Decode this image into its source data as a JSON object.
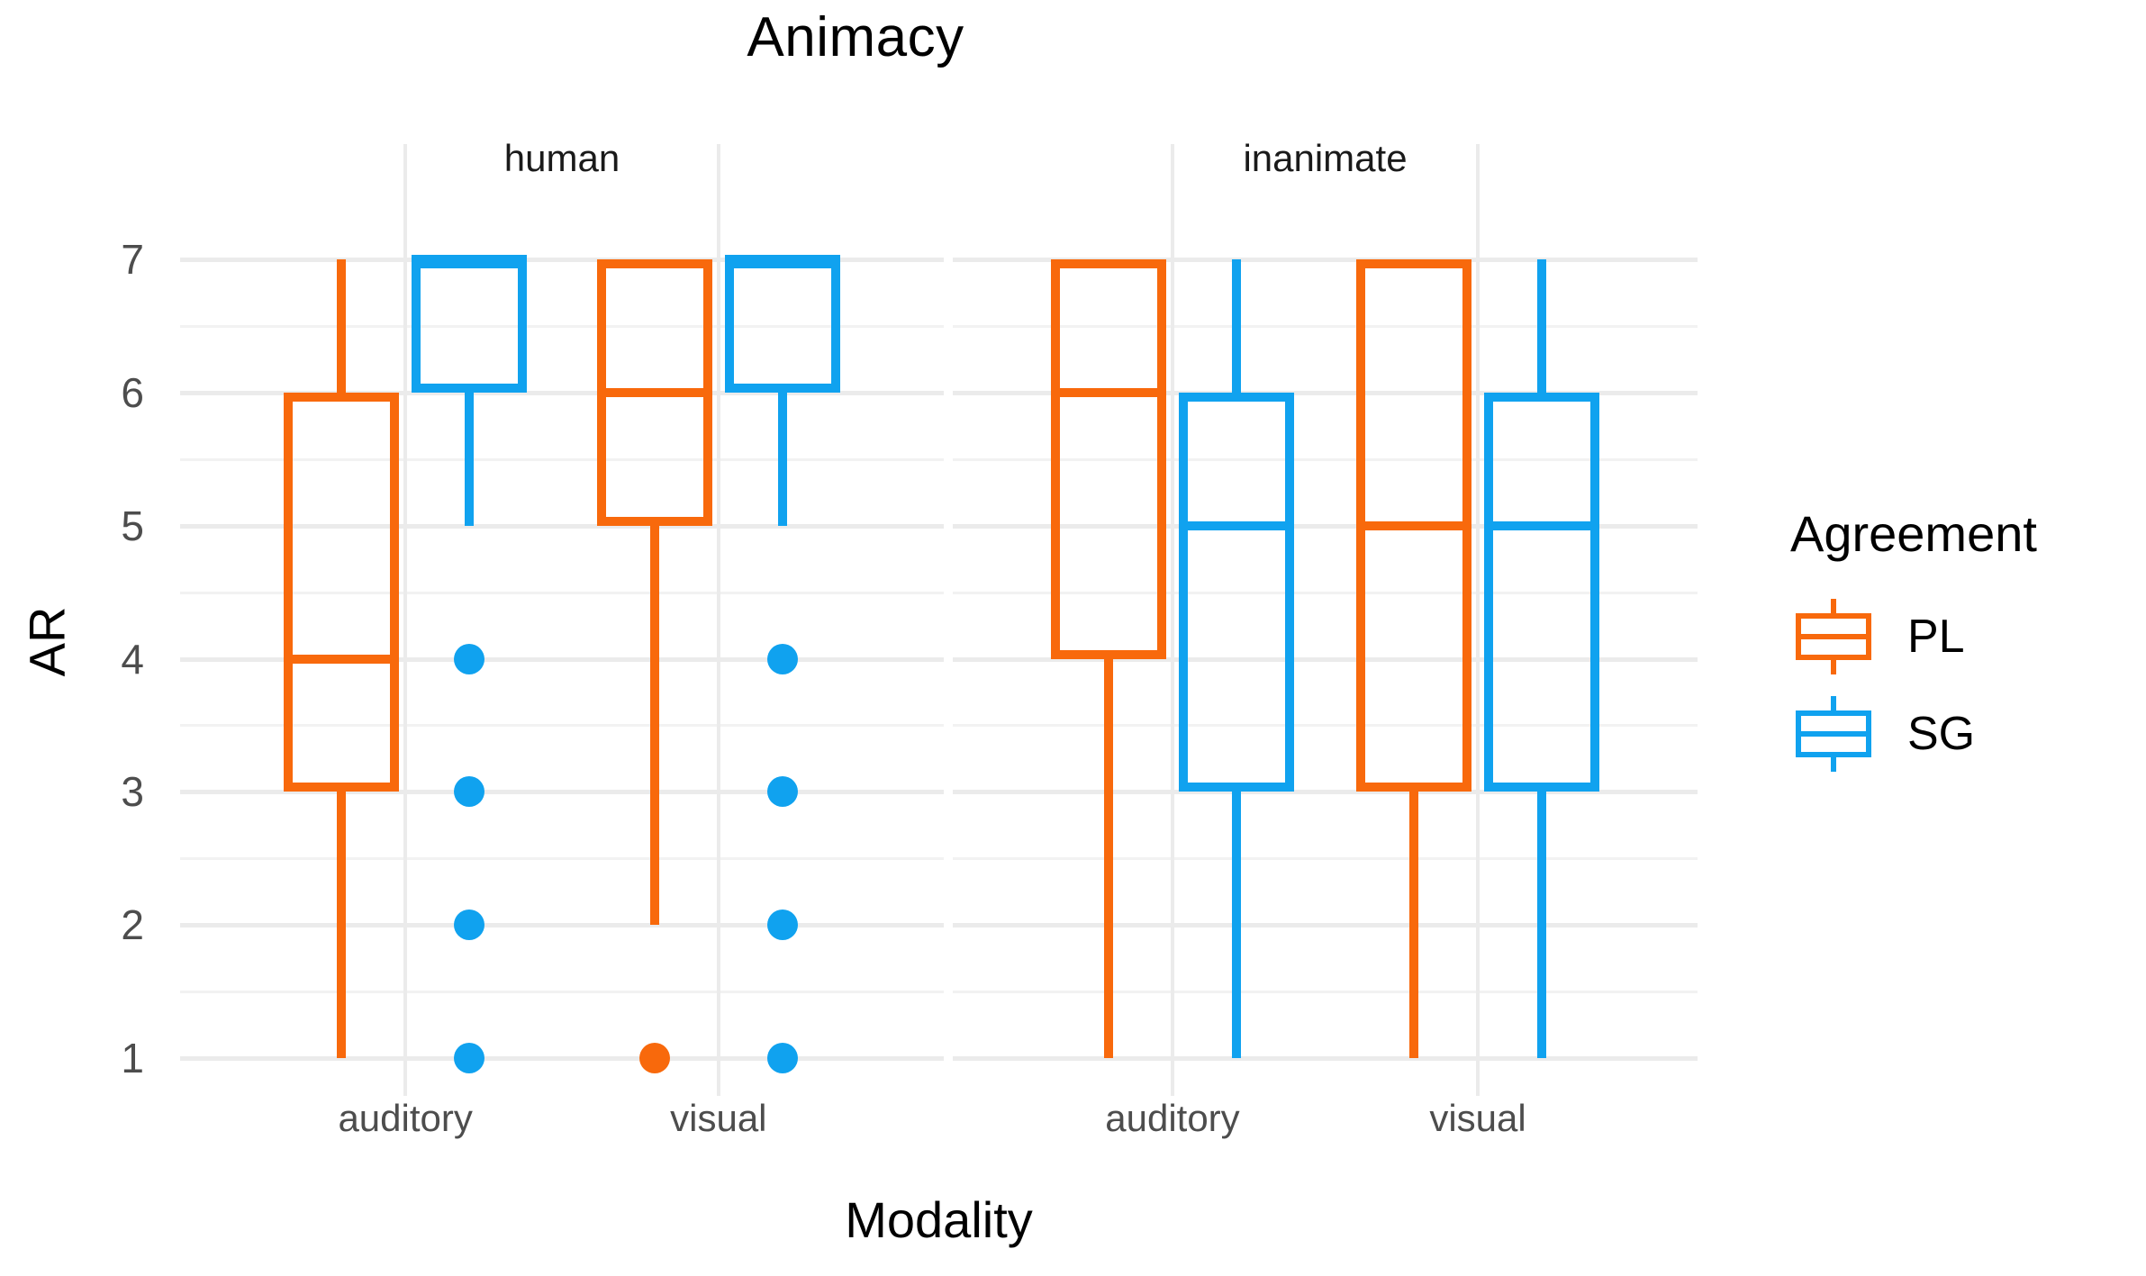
{
  "chart_data": {
    "type": "box",
    "title": "Animacy",
    "xlabel": "Modality",
    "ylabel": "AR",
    "ylim": [
      1,
      7
    ],
    "yticks": [
      1,
      2,
      3,
      4,
      5,
      6,
      7
    ],
    "ytick_labels": [
      "1",
      "2",
      "3",
      "4",
      "5",
      "6",
      "7"
    ],
    "grid": true,
    "legend": {
      "title": "Agreement",
      "position": "right",
      "entries": [
        {
          "label": "PL",
          "color": "#f8690c"
        },
        {
          "label": "SG",
          "color": "#10a2ef"
        }
      ]
    },
    "facets": [
      {
        "label": "human",
        "categories": [
          "auditory",
          "visual"
        ],
        "boxes": [
          {
            "facet": "human",
            "x": "auditory",
            "group": "PL",
            "color": "#f8690c",
            "whisker_low": 1,
            "q1": 3,
            "median": 4,
            "q3": 6,
            "whisker_high": 7,
            "outliers": []
          },
          {
            "facet": "human",
            "x": "auditory",
            "group": "SG",
            "color": "#10a2ef",
            "whisker_low": 5,
            "q1": 6,
            "median": 7,
            "q3": 7,
            "whisker_high": 7,
            "outliers": [
              4,
              3,
              2,
              1
            ]
          },
          {
            "facet": "human",
            "x": "visual",
            "group": "PL",
            "color": "#f8690c",
            "whisker_low": 2,
            "q1": 5,
            "median": 6,
            "q3": 7,
            "whisker_high": 7,
            "outliers": [
              1
            ]
          },
          {
            "facet": "human",
            "x": "visual",
            "group": "SG",
            "color": "#10a2ef",
            "whisker_low": 5,
            "q1": 6,
            "median": 7,
            "q3": 7,
            "whisker_high": 7,
            "outliers": [
              4,
              3,
              2,
              1
            ]
          }
        ]
      },
      {
        "label": "inanimate",
        "categories": [
          "auditory",
          "visual"
        ],
        "boxes": [
          {
            "facet": "inanimate",
            "x": "auditory",
            "group": "PL",
            "color": "#f8690c",
            "whisker_low": 1,
            "q1": 4,
            "median": 6,
            "q3": 7,
            "whisker_high": 7,
            "outliers": []
          },
          {
            "facet": "inanimate",
            "x": "auditory",
            "group": "SG",
            "color": "#10a2ef",
            "whisker_low": 1,
            "q1": 3,
            "median": 5,
            "q3": 6,
            "whisker_high": 7,
            "outliers": []
          },
          {
            "facet": "inanimate",
            "x": "visual",
            "group": "PL",
            "color": "#f8690c",
            "whisker_low": 1,
            "q1": 3,
            "median": 5,
            "q3": 7,
            "whisker_high": 7,
            "outliers": []
          },
          {
            "facet": "inanimate",
            "x": "visual",
            "group": "SG",
            "color": "#10a2ef",
            "whisker_low": 1,
            "q1": 3,
            "median": 5,
            "q3": 6,
            "whisker_high": 7,
            "outliers": []
          }
        ]
      }
    ]
  },
  "axis": {
    "y_title": "AR",
    "x_title": "Modality",
    "ytick_labels": [
      "7",
      "6",
      "5",
      "4",
      "3",
      "2",
      "1"
    ],
    "xtick_labels_panel1": [
      "auditory",
      "visual"
    ],
    "xtick_labels_panel2": [
      "auditory",
      "visual"
    ]
  },
  "strips": {
    "panel1": "human",
    "panel2": "inanimate"
  },
  "header": {
    "title": "Animacy"
  },
  "colors": {
    "pl": "#f8690c",
    "sg": "#10a2ef",
    "grid": "#ebebeb",
    "tick_text": "#4d4d4d",
    "background": "#ffffff"
  }
}
